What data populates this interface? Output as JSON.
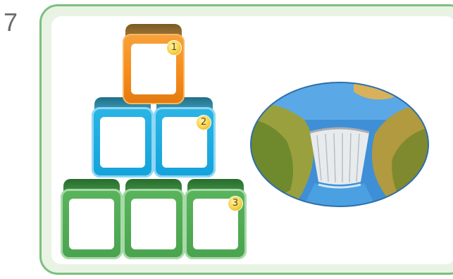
{
  "question_number": "7",
  "badges": {
    "level1": "1",
    "level2": "2",
    "level3": "3"
  },
  "colors": {
    "frame_border": "#7cc07f",
    "level1_block": "#f58a1b",
    "level2_block": "#14a2dc",
    "level3_block": "#4aa34e",
    "badge": "#f7d24a"
  },
  "pyramid": {
    "level1_blocks": 1,
    "level2_blocks": 2,
    "level3_blocks": 3
  },
  "image": {
    "icon": "dam-illustration-icon"
  }
}
